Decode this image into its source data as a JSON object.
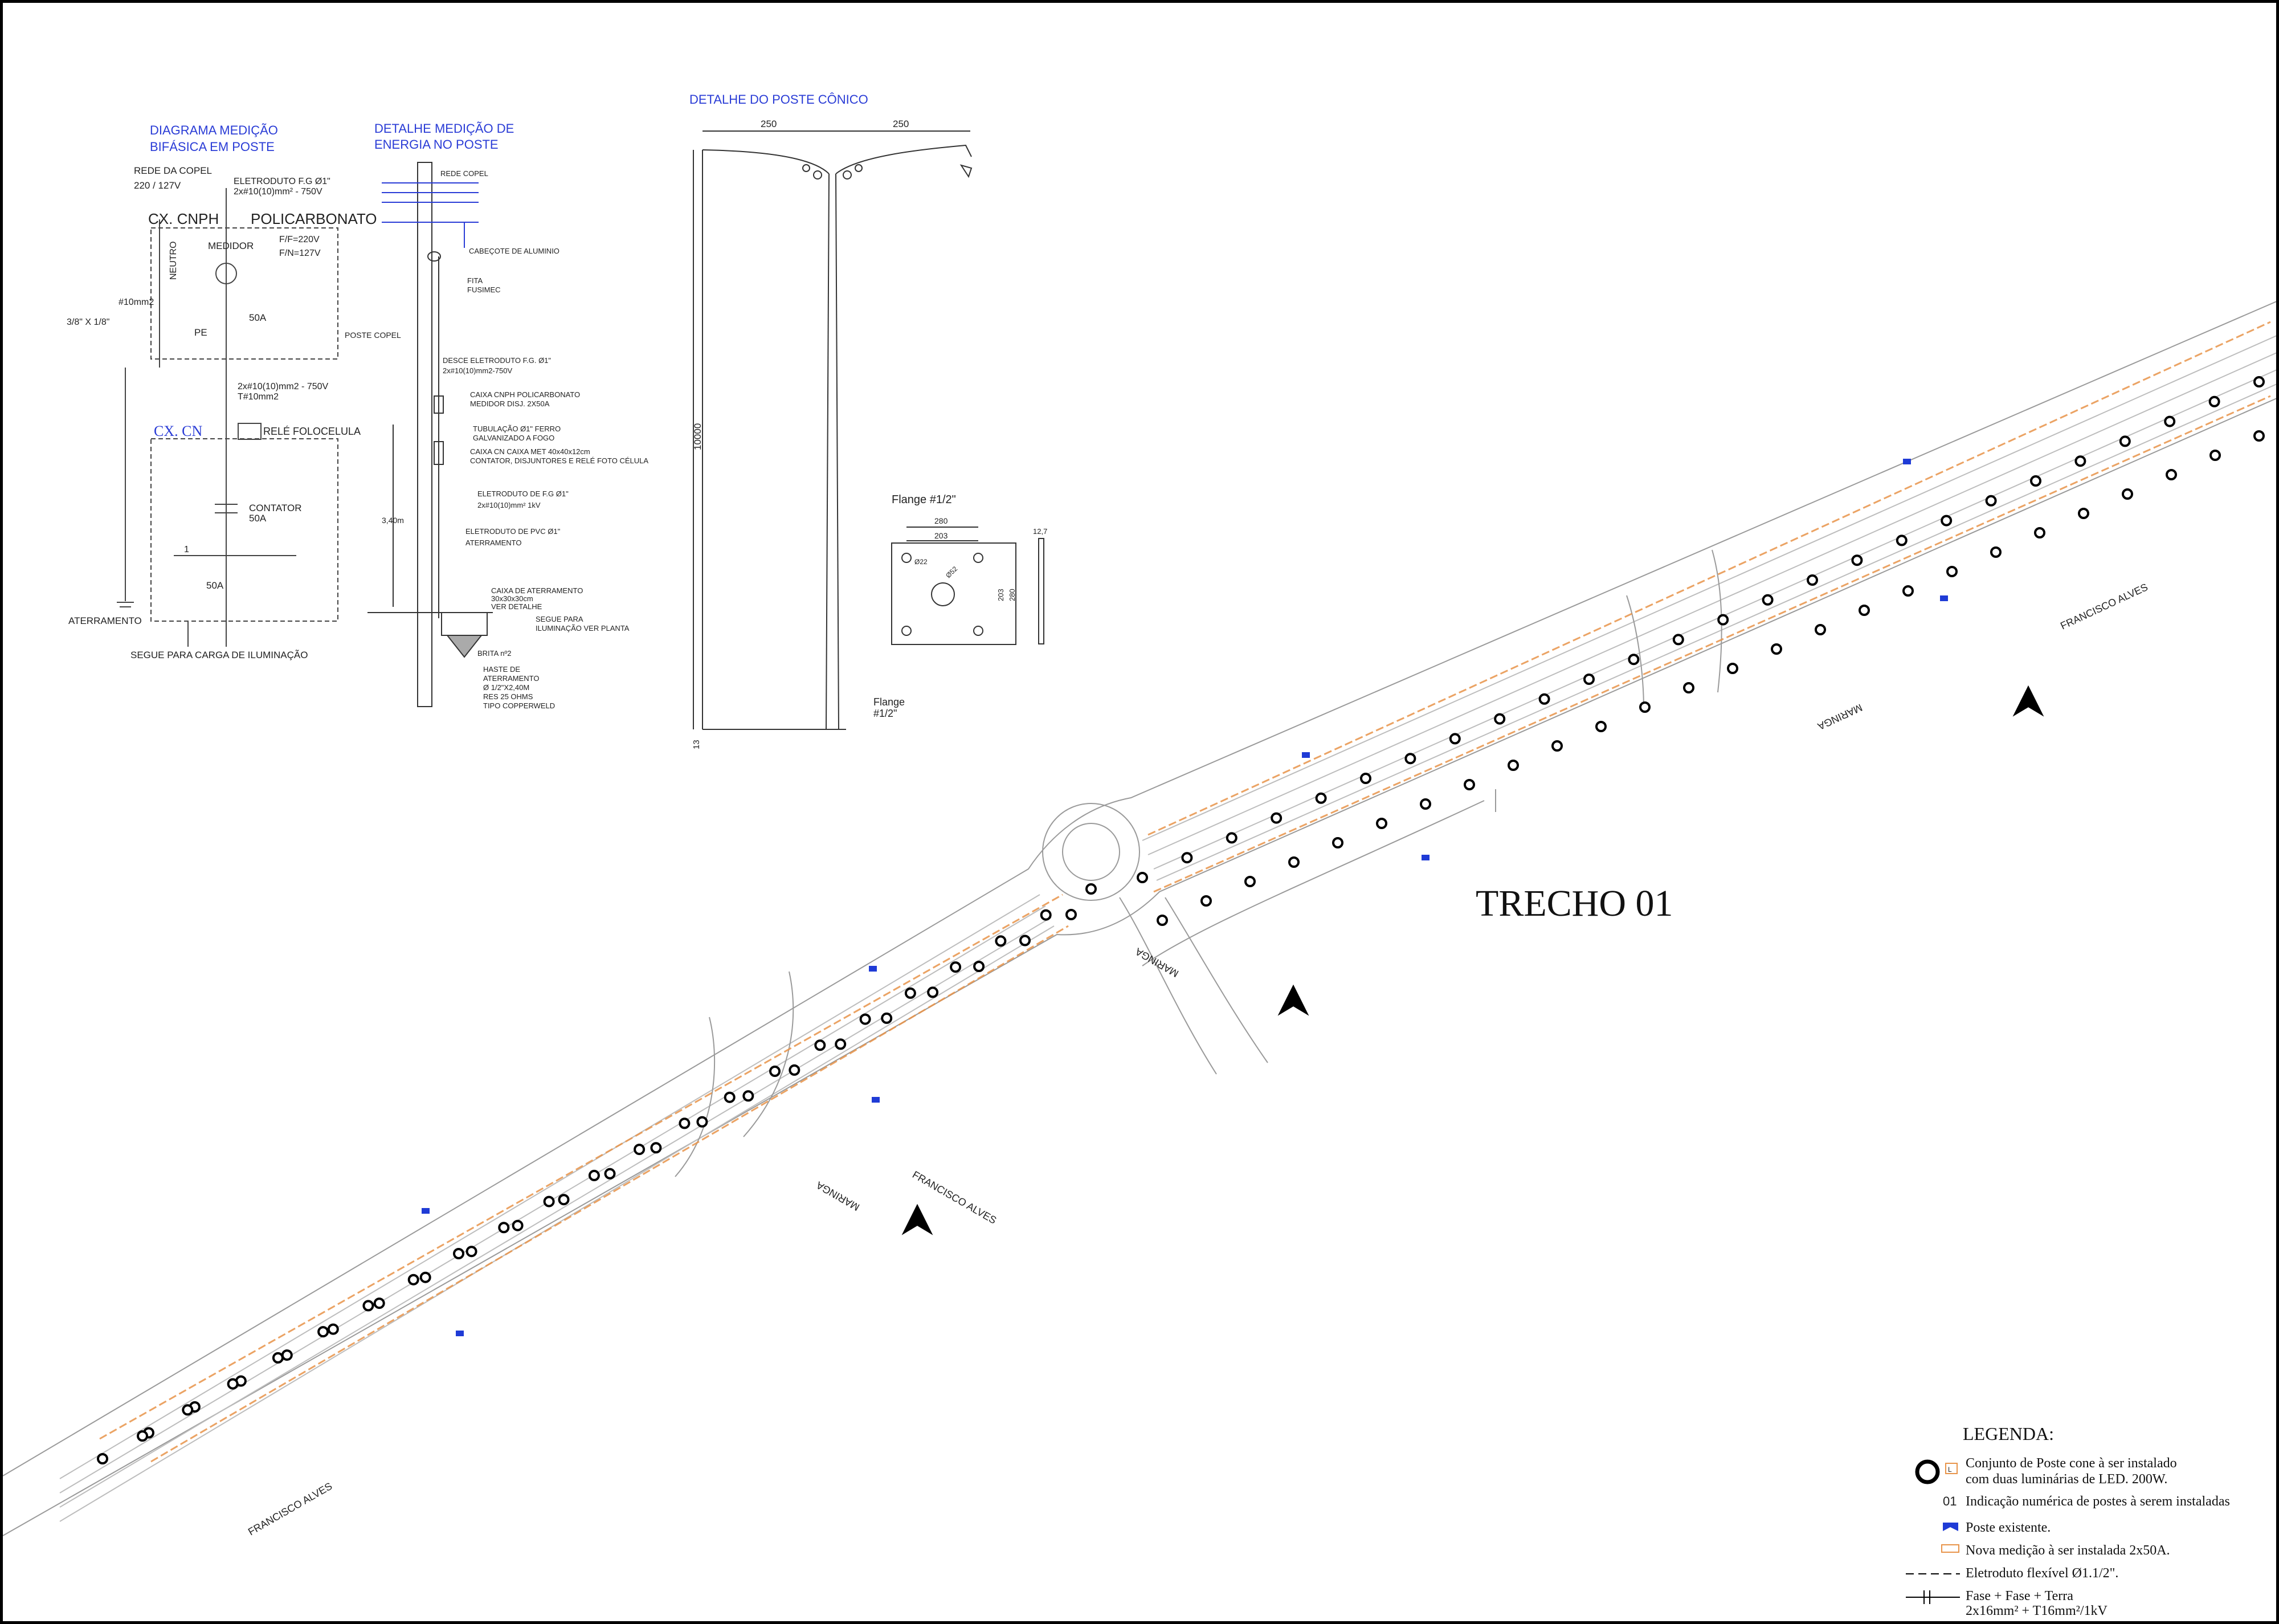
{
  "section_title": "TRECHO 01",
  "diagram_medicao": {
    "title_line1": "DIAGRAMA MEDIÇÃO",
    "title_line2": "BIFÁSICA EM POSTE",
    "rede_copel": "REDE DA COPEL",
    "voltage": "220 / 127V",
    "eletroduto": "ELETRODUTO  F.G Ø1\"",
    "cable_top": "2x#10(10)mm² - 750V",
    "cx_cnph": "CX. CNPH",
    "policarbonato": "POLICARBONATO",
    "neutro": "NEUTRO",
    "medidor": "MEDIDOR",
    "ff": "F/F=220V",
    "fn": "F/N=127V",
    "conductor_10": "#10mm2",
    "ground_rod": "3/8\" X 1/8\"",
    "pe": "PE",
    "breaker_1": "50A",
    "poste_copel": "POSTE COPEL",
    "cable_mid": "2x#10(10)mm2 - 750V",
    "cable_ground": "T#10mm2",
    "cx_cn": "CX.  CN",
    "rele": "RELÉ FOLOCELULA",
    "contator": "CONTATOR",
    "contator_amp": "50A",
    "pole_1": "1",
    "breaker_2": "50A",
    "aterramento": "ATERRAMENTO",
    "segue": "SEGUE PARA CARGA DE ILUMINAÇÃO"
  },
  "detalhe_medicao": {
    "title_line1": "DETALHE MEDIÇÃO DE",
    "title_line2": "ENERGIA NO POSTE",
    "labels": [
      "REDE COPEL",
      "CABEÇOTE DE ALUMINIO",
      "FITA",
      "FUSIMEC",
      "DESCE ELETRODUTO F.G. Ø1\"",
      "2x#10(10)mm2-750V",
      "CAIXA CNPH    POLICARBONATO",
      "MEDIDOR        DISJ. 2X50A",
      "TUBULAÇÃO Ø1\" FERRO",
      "GALVANIZADO A FOGO",
      "CAIXA CN     CAIXA MET 40x40x12cm",
      "CONTATOR, DISJUNTORES E RELÉ FOTO CÉLULA",
      "ELETRODUTO DE F.G Ø1\"",
      "2x#10(10)mm² 1kV",
      "ELETRODUTO DE PVC Ø1\"",
      "ATERRAMENTO",
      "CAIXA DE ATERRAMENTO",
      "30x30x30cm",
      "VER DETALHE",
      "SEGUE PARA",
      "ILUMINAÇÃO VER PLANTA",
      "BRITA nº2",
      "HASTE DE",
      "ATERRAMENTO",
      "Ø 1/2\"X2,40M",
      "RES 25 OHMS",
      "TIPO COPPERWELD"
    ],
    "height_dim": "3,40m"
  },
  "detalhe_poste": {
    "title": "DETALHE DO POSTE CÔNICO",
    "arm_left": "250",
    "arm_right": "250",
    "height": "10000",
    "base": "13",
    "flange_label": "Flange",
    "flange_size": "#1/2\""
  },
  "flange": {
    "title": "Flange  #1/2\"",
    "dim_outer": "280",
    "dim_inner": "203",
    "dim_v_inner": "203",
    "dim_v_outer": "280",
    "thickness": "12,7",
    "hole_small": "Ø22",
    "hole_center": "Ø52"
  },
  "road_labels": {
    "francisco_alves": "FRANCISCO ALVES",
    "maringa": "MARINGA"
  },
  "legend": {
    "title": "LEGENDA:",
    "pole_line1": "Conjunto de Poste cone à ser instalado",
    "pole_line2": "com duas luminárias de LED. 200W.",
    "pole_tag": "L",
    "num_sample": "01",
    "num_text": "Indicação numérica de postes à serem instaladas",
    "existing": "Poste existente.",
    "new_meter": "Nova medição à ser instalada 2x50A.",
    "conduit": "Eletroduto flexível  Ø1.1/2\".",
    "cable_line1": "Fase + Fase + Terra",
    "cable_line2": "2x16mm² + T16mm²/1kV"
  },
  "colors": {
    "line": "#555555",
    "road": "#9a9a9a",
    "orange": "#e8944a",
    "blue": "#1f3bd6",
    "pole": "#000000"
  }
}
